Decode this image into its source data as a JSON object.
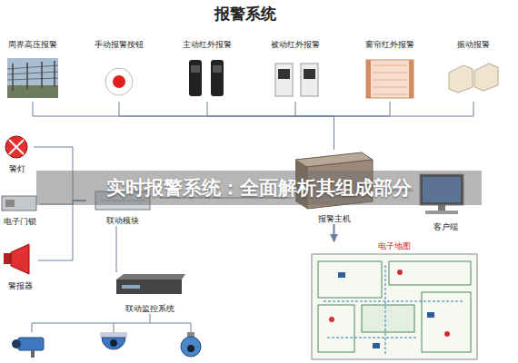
{
  "diagram": {
    "title": "报警系统",
    "nodes": [
      {
        "text": [
          "周界高压报警"
        ]
      },
      {
        "text": [
          "手动报警按钮"
        ]
      },
      {
        "text": [
          "主动红外报警"
        ]
      },
      {
        "text": [
          "被动红外报警"
        ]
      },
      {
        "text": [
          "窗帘红外报警"
        ]
      },
      {
        "text": [
          "振动报警"
        ]
      },
      {
        "text": [
          "警灯"
        ]
      },
      {
        "text": [
          "电子门锁"
        ]
      },
      {
        "text": [
          "警报器"
        ]
      },
      {
        "text": [
          "联动模块"
        ]
      },
      {
        "text": [
          "报警主机"
        ]
      },
      {
        "text": [
          "客户端"
        ]
      },
      {
        "text": [
          "电子地图"
        ]
      },
      {
        "text": [
          "联动监控系统"
        ]
      }
    ],
    "edges": [
      {
        "from": 0,
        "to": 10,
        "arrow": "none"
      },
      {
        "from": 1,
        "to": 10,
        "arrow": "none"
      },
      {
        "from": 2,
        "to": 10,
        "arrow": "none"
      },
      {
        "from": 3,
        "to": 10,
        "arrow": "none"
      },
      {
        "from": 4,
        "to": 10,
        "arrow": "none"
      },
      {
        "from": 5,
        "to": 10,
        "arrow": "none"
      },
      {
        "from": 10,
        "to": 9,
        "arrow": "none"
      },
      {
        "from": 10,
        "to": 11,
        "arrow": "none"
      },
      {
        "from": 10,
        "to": 12,
        "arrow": "to"
      },
      {
        "from": 9,
        "to": 6,
        "arrow": "none"
      },
      {
        "from": 9,
        "to": 7,
        "arrow": "none"
      },
      {
        "from": 9,
        "to": 8,
        "arrow": "none"
      },
      {
        "from": 9,
        "to": 13,
        "arrow": "none"
      }
    ],
    "labels": [
      "实时报警系统：全面解析其组成部分"
    ]
  }
}
